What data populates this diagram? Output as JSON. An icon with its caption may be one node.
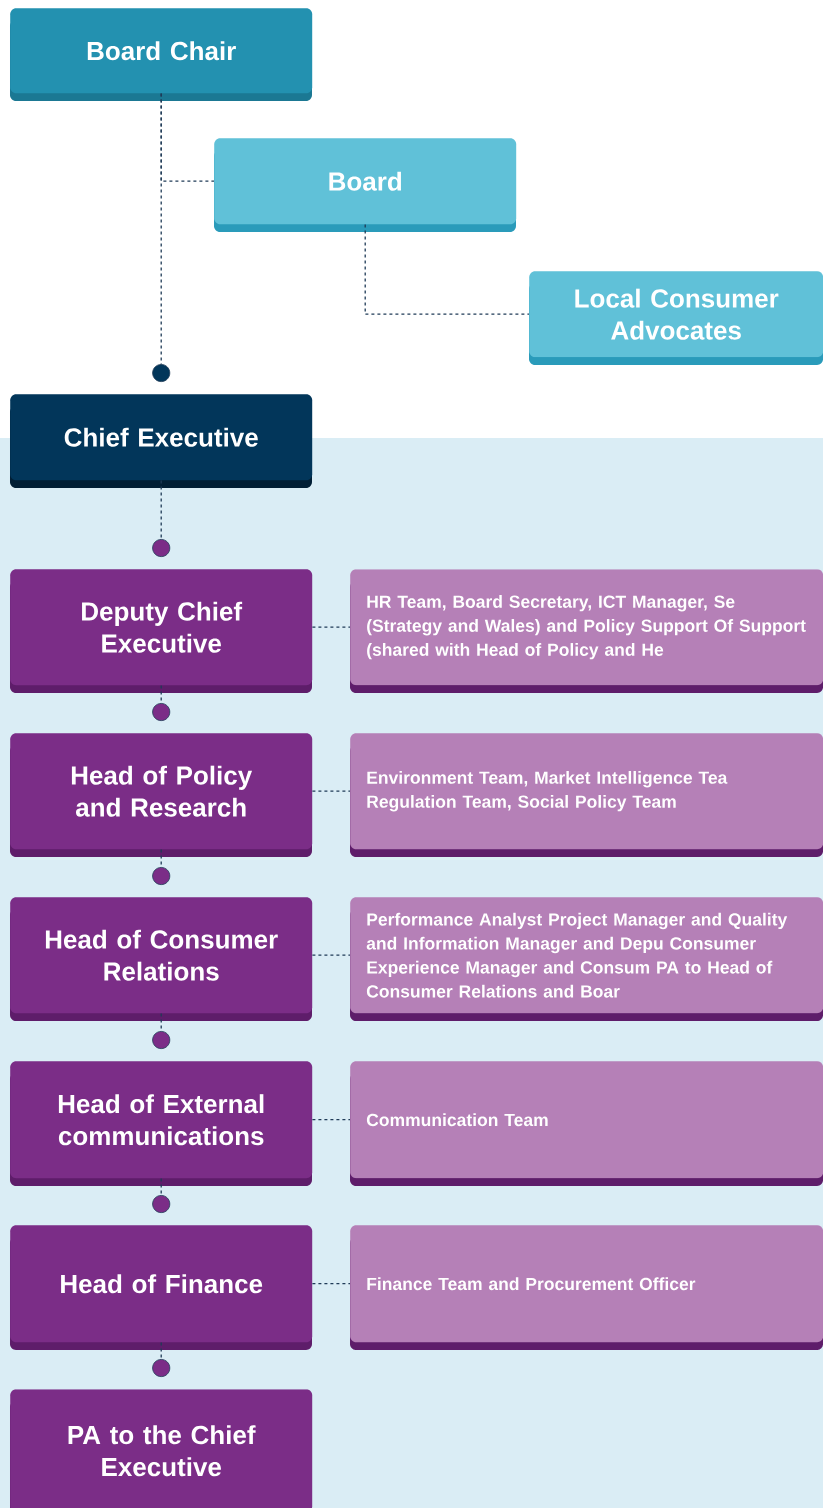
{
  "diagram": {
    "nodes": [
      {
        "text": [
          "Board Chair"
        ]
      },
      {
        "text": [
          "Board"
        ]
      },
      {
        "text": [
          "Local Consumer Advocates"
        ]
      },
      {
        "text": [
          "Chief Executive"
        ]
      },
      {
        "text": [
          "Deputy Chief Executive"
        ]
      },
      {
        "text": [
          "HR Team, Board Secretary, ICT Manager, Se (Strategy and Wales) and Policy Support Of Support (shared with Head of Policy and He"
        ]
      },
      {
        "text": [
          "Head of Policy and Research"
        ]
      },
      {
        "text": [
          "Environment Team, Market Intelligence Tea Regulation Team, Social Policy Team"
        ]
      },
      {
        "text": [
          "Head of Consumer Relations"
        ]
      },
      {
        "text": [
          "Performance Analyst Project Manager and Quality and Information Manager and Depu Consumer Experience Manager and Consum PA to Head of Consumer Relations and Boar"
        ]
      },
      {
        "text": [
          "Head of External communications"
        ]
      },
      {
        "text": [
          "Communication Team"
        ]
      },
      {
        "text": [
          "Head of Finance"
        ]
      },
      {
        "text": [
          "Finance Team and Procurement Officer"
        ]
      },
      {
        "text": [
          "PA to the Chief Executive"
        ]
      }
    ],
    "edges": [
      {
        "from": 0,
        "to": 3,
        "arrow": "other"
      },
      {
        "from": 0,
        "to": 1,
        "arrow": "none"
      },
      {
        "from": 1,
        "to": 2,
        "arrow": "none"
      },
      {
        "from": 3,
        "to": 4,
        "arrow": "other"
      },
      {
        "from": 4,
        "to": 5,
        "arrow": "none"
      },
      {
        "from": 4,
        "to": 6,
        "arrow": "other"
      },
      {
        "from": 6,
        "to": 7,
        "arrow": "none"
      },
      {
        "from": 6,
        "to": 8,
        "arrow": "other"
      },
      {
        "from": 8,
        "to": 9,
        "arrow": "none"
      },
      {
        "from": 8,
        "to": 10,
        "arrow": "other"
      },
      {
        "from": 10,
        "to": 11,
        "arrow": "none"
      },
      {
        "from": 10,
        "to": 12,
        "arrow": "other"
      },
      {
        "from": 12,
        "to": 13,
        "arrow": "none"
      },
      {
        "from": 12,
        "to": 14,
        "arrow": "other"
      }
    ]
  }
}
